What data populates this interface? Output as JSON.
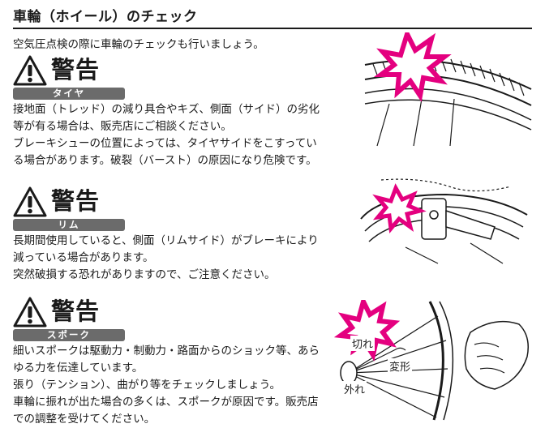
{
  "page": {
    "title": "車輪（ホイール）のチェック",
    "intro": "空気圧点検の際に車輪のチェックも行いましょう。"
  },
  "sections": [
    {
      "warning": "警告",
      "label": "タイヤ",
      "text": "接地面（トレッド）の減り具合やキズ、側面（サイド）の劣化\n等が有る場合は、販売店にご相談ください。\nブレーキシューの位置によっては、タイヤサイドをこすってい\nる場合があります。破裂（バースト）の原因になり危険です。"
    },
    {
      "warning": "警告",
      "label": "リム",
      "text": "長期間使用していると、側面（リムサイド）がブレーキにより\n減っている場合があります。\n突然破損する恐れがありますので、ご注意ください。"
    },
    {
      "warning": "警告",
      "label": "スポーク",
      "text": "細いスポークは駆動力・制動力・路面からのショック等、あら\nゆる力を伝達しています。\n張り（テンション）、曲がり等をチェックしましょう。\n車輪に振れが出た場合の多くは、スポークが原因です。販売店\nでの調整を受けてください。"
    }
  ],
  "illustration_labels": {
    "cut": "切れ",
    "deform": "変形",
    "detach": "外れ"
  },
  "colors": {
    "burst": "#e4007f",
    "pill": "#6b6b6b",
    "text": "#1a1a1a"
  }
}
